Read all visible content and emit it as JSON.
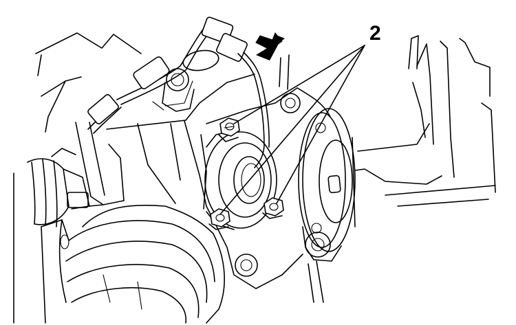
{
  "diagram": {
    "callouts": [
      {
        "label": "2",
        "target": "bolt"
      }
    ],
    "arrow": {
      "direction": "down-left"
    },
    "colors": {
      "line": "#000000",
      "background": "#ffffff"
    }
  }
}
